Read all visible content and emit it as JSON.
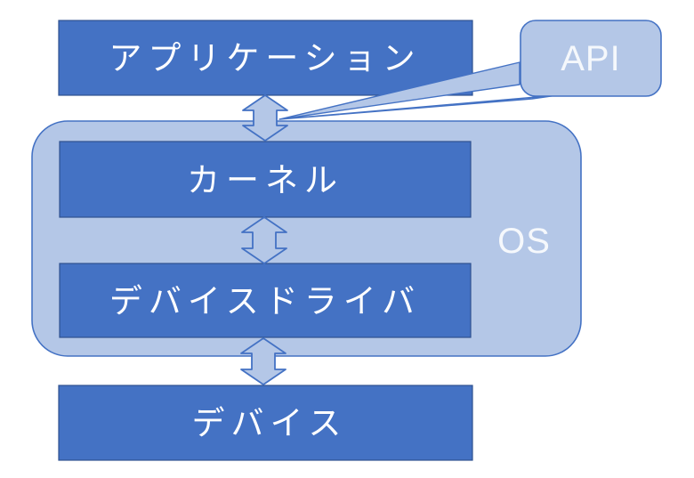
{
  "diagram": {
    "type": "layer-architecture",
    "nodes": {
      "application": {
        "label": "アプリケーション"
      },
      "kernel": {
        "label": "カーネル"
      },
      "device_driver": {
        "label": "デバイスドライバ"
      },
      "device": {
        "label": "デバイス"
      }
    },
    "containers": {
      "os": {
        "label": "OS"
      }
    },
    "callouts": {
      "api": {
        "label": "API",
        "points_to": "application-kernel-connector"
      }
    },
    "connectors": [
      {
        "from": "application",
        "to": "kernel",
        "style": "double-headed-vertical-arrow"
      },
      {
        "from": "kernel",
        "to": "device_driver",
        "style": "double-headed-vertical-arrow"
      },
      {
        "from": "device_driver",
        "to": "device",
        "style": "double-headed-vertical-arrow"
      }
    ],
    "colors": {
      "node_fill": "#4472C4",
      "node_border": "#2F528F",
      "container_fill": "#B4C7E7",
      "container_border": "#4472C4",
      "label_text": "#FFFFFF",
      "background": "#FFFFFF"
    }
  }
}
